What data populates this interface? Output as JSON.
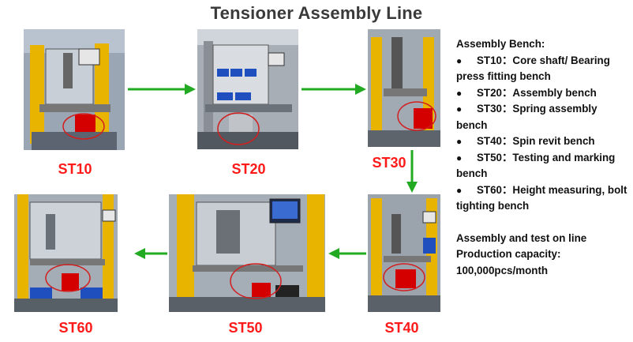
{
  "title": "Tensioner Assembly Line",
  "stations": [
    {
      "id": "ST10",
      "label": "ST10"
    },
    {
      "id": "ST20",
      "label": "ST20"
    },
    {
      "id": "ST30",
      "label": "ST30"
    },
    {
      "id": "ST40",
      "label": "ST40"
    },
    {
      "id": "ST50",
      "label": "ST50"
    },
    {
      "id": "ST60",
      "label": "ST60"
    }
  ],
  "bench": {
    "heading": "Assembly Bench:",
    "items": [
      "ST10：Core shaft/ Bearing press fitting bench",
      "ST20：Assembly bench",
      "ST30：Spring assembly bench",
      "ST40：Spin revit bench",
      "ST50：Testing and marking bench",
      "ST60：Height measuring, bolt tighting bench"
    ]
  },
  "summary": {
    "line1": "Assembly and test on line",
    "line2": "Production capacity:",
    "line3": "100,000pcs/month"
  },
  "colors": {
    "label": "#ff1a1a",
    "arrow": "#22aa22",
    "frame_yellow": "#e8b400",
    "highlight_circle": "#d21e1e"
  }
}
